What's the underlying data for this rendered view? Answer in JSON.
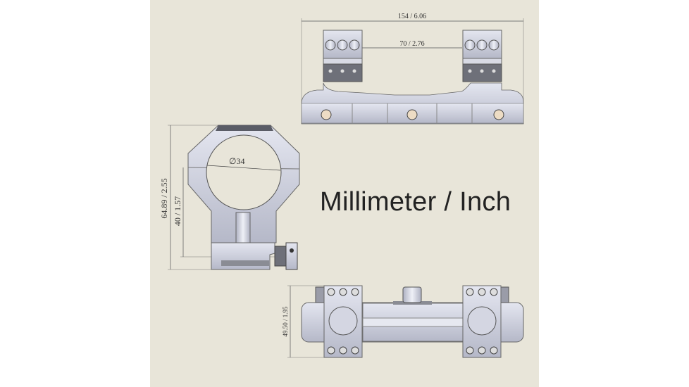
{
  "title": "Millimeter / Inch",
  "dimensions": {
    "overall_length": "154 / 6.06",
    "ring_spacing": "70 / 2.76",
    "ring_diameter": "∅34",
    "total_height": "64.89 / 2.55",
    "center_height": "40 / 1.57",
    "width": "49.50 / 1.95"
  },
  "colors": {
    "background": "#e8e5d9",
    "metal": "#c9ccdc",
    "dark": "#6e7079",
    "bolt_hole": "#eddcc4"
  }
}
